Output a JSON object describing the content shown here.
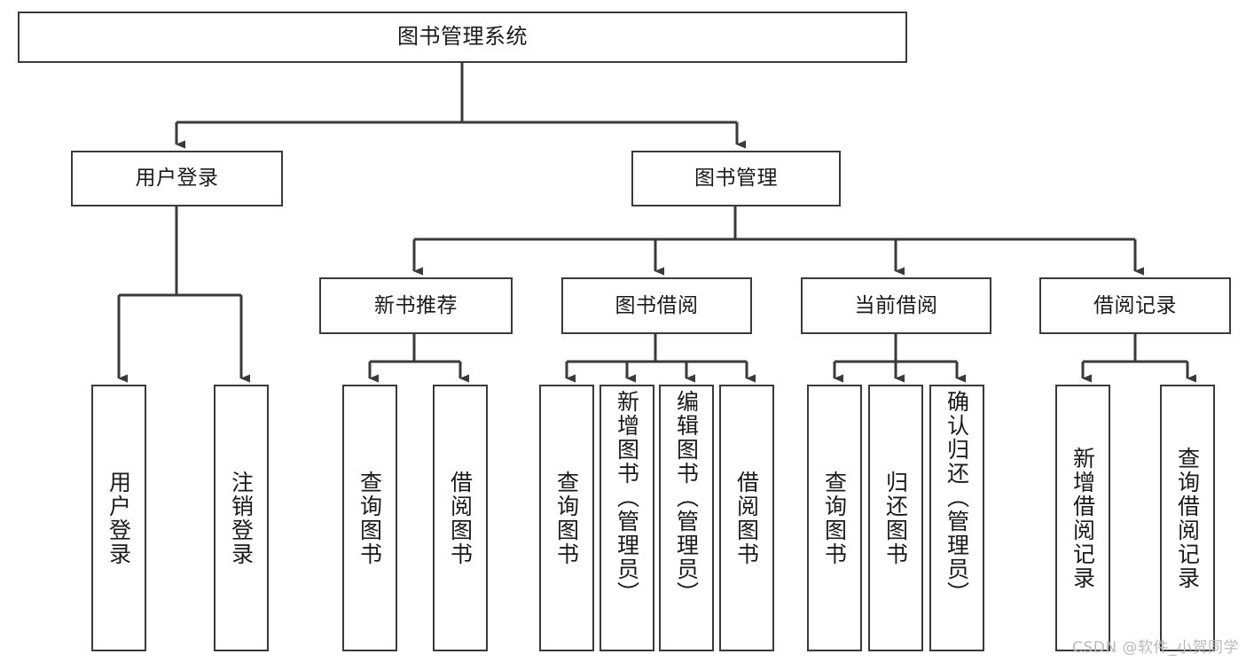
{
  "diagram": {
    "title": "图书管理系统",
    "type": "functional-structure-tree",
    "watermark": "CSDN @软件_小贺同学",
    "colors": {
      "box_border": "#3a3a3a",
      "box_fill": "#ffffff",
      "edge": "#3a3a3a",
      "text": "#1a1a1a",
      "watermark": "#b9b9b9",
      "background": "#ffffff"
    }
  },
  "nodes": {
    "root": {
      "label": "图书管理系统"
    },
    "level2": [
      {
        "label": "用户登录"
      },
      {
        "label": "图书管理"
      }
    ],
    "level3": [
      {
        "label": "新书推荐"
      },
      {
        "label": "图书借阅"
      },
      {
        "label": "当前借阅"
      },
      {
        "label": "借阅记录"
      }
    ],
    "leaves": {
      "user_login": [
        {
          "label": "用户登录"
        },
        {
          "label": "注销登录"
        }
      ],
      "new_book_recommend": [
        {
          "label": "查询图书"
        },
        {
          "label": "借阅图书"
        }
      ],
      "book_borrow": [
        {
          "label": "查询图书"
        },
        {
          "label": "新增图书（管理员）"
        },
        {
          "label": "编辑图书（管理员）"
        },
        {
          "label": "借阅图书"
        }
      ],
      "current_borrow": [
        {
          "label": "查询图书"
        },
        {
          "label": "归还图书"
        },
        {
          "label": "确认归还（管理员）"
        }
      ],
      "borrow_record": [
        {
          "label": "新增借阅记录"
        },
        {
          "label": "查询借阅记录"
        }
      ]
    }
  }
}
